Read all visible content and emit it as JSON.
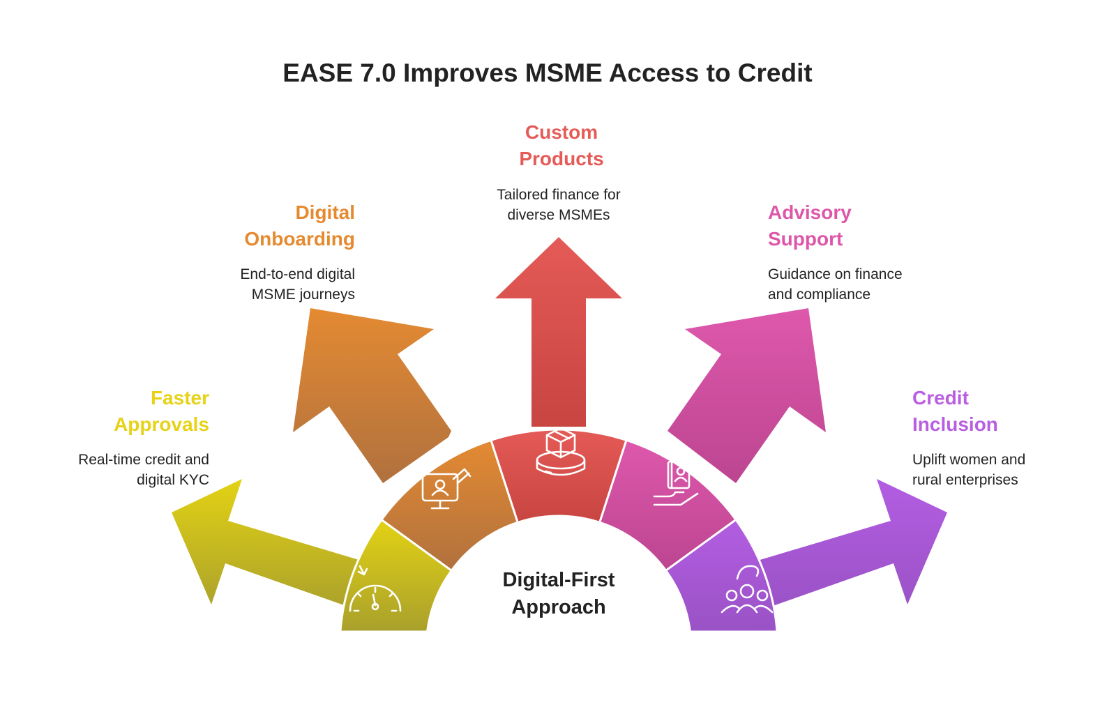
{
  "title": "EASE 7.0 Improves MSME Access to Credit",
  "center": {
    "line1": "Digital-First",
    "line2": "Approach"
  },
  "items": [
    {
      "heading_line1": "Faster",
      "heading_line2": "Approvals",
      "desc_line1": "Real-time credit and",
      "desc_line2": "digital KYC",
      "color": "#E0CE14",
      "icon": "speedometer-icon"
    },
    {
      "heading_line1": "Digital",
      "heading_line2": "Onboarding",
      "desc_line1": "End-to-end digital",
      "desc_line2": "MSME journeys",
      "color": "#E58A30",
      "icon": "monitor-user-icon"
    },
    {
      "heading_line1": "Custom",
      "heading_line2": "Products",
      "desc_line1": "Tailored finance for",
      "desc_line2": "diverse MSMEs",
      "color": "#E45B57",
      "icon": "product-box-icon"
    },
    {
      "heading_line1": "Advisory",
      "heading_line2": "Support",
      "desc_line1": "Guidance on finance",
      "desc_line2": "and compliance",
      "color": "#DD57A9",
      "icon": "hand-contact-book-icon"
    },
    {
      "heading_line1": "Credit",
      "heading_line2": "Inclusion",
      "desc_line1": "Uplift women and",
      "desc_line2": "rural enterprises",
      "color": "#B95EE2",
      "icon": "hand-group-icon"
    }
  ]
}
